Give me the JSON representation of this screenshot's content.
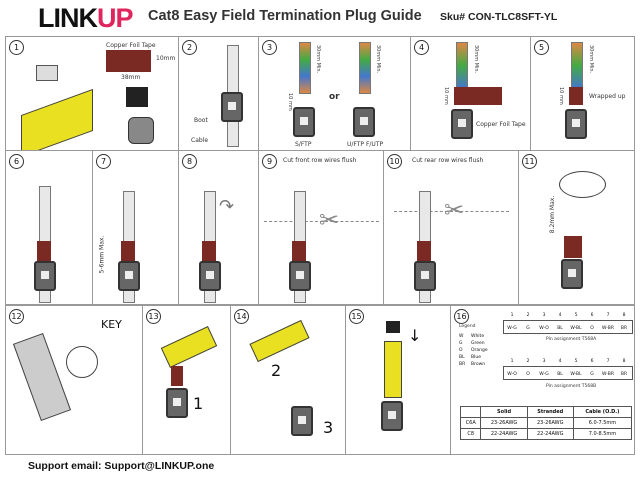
{
  "header": {
    "logo_main": "LINK",
    "logo_accent": "UP",
    "title": "Cat8 Easy Field Termination Plug Guide",
    "sku": "Sku# CON-TLC8SFT-YL"
  },
  "colors": {
    "accent": "#e0245e",
    "copper_tape": "#7a2a22",
    "plug_yellow": "#e8e020"
  },
  "steps": [
    {
      "n": "1",
      "labels": [
        "Copper Foil Tape",
        "38mm",
        "10mm"
      ]
    },
    {
      "n": "2",
      "labels": [
        "Boot",
        "Cable"
      ]
    },
    {
      "n": "3",
      "labels": [
        "S/FTP",
        "or",
        "U/FTP F/UTP",
        "10 mm",
        "30mm Min."
      ]
    },
    {
      "n": "4",
      "labels": [
        "Copper Foil Tape",
        "10 mm",
        "30mm Min."
      ]
    },
    {
      "n": "5",
      "labels": [
        "Wrapped up",
        "10 mm",
        "30mm Min."
      ]
    },
    {
      "n": "6",
      "labels": []
    },
    {
      "n": "7",
      "labels": [
        "5-6mm Max."
      ]
    },
    {
      "n": "8",
      "labels": []
    },
    {
      "n": "9",
      "labels": [
        "Cut front row wires flush"
      ]
    },
    {
      "n": "10",
      "labels": [
        "Cut rear row wires flush"
      ]
    },
    {
      "n": "11",
      "labels": [
        "8.2mm Max."
      ]
    },
    {
      "n": "12",
      "labels": [
        "KEY"
      ]
    },
    {
      "n": "13",
      "labels": [
        "1"
      ]
    },
    {
      "n": "14",
      "labels": [
        "2",
        "3"
      ]
    },
    {
      "n": "15",
      "labels": []
    },
    {
      "n": "16",
      "labels": []
    }
  ],
  "legend": {
    "title": "Legend",
    "items": [
      [
        "W",
        "White"
      ],
      [
        "G",
        "Green"
      ],
      [
        "O",
        "Orange"
      ],
      [
        "BL",
        "Blue"
      ],
      [
        "BR",
        "Brown"
      ]
    ]
  },
  "pinout": {
    "numbers": [
      "1",
      "2",
      "3",
      "4",
      "5",
      "6",
      "7",
      "8"
    ],
    "t568a": {
      "pins": [
        "W-G",
        "G",
        "W-O",
        "BL",
        "W-BL",
        "O",
        "W-BR",
        "BR"
      ],
      "caption": "Pin assignment T568A"
    },
    "t568b": {
      "pins": [
        "W-O",
        "O",
        "W-G",
        "BL",
        "W-BL",
        "G",
        "W-BR",
        "BR"
      ],
      "caption": "Pin assignment T568B"
    }
  },
  "spec_table": {
    "headers": [
      "",
      "Solid",
      "Stranded",
      "Cable (O.D.)"
    ],
    "rows": [
      [
        "C6A",
        "23-26AWG",
        "23-26AWG",
        "6.0-7.5mm"
      ],
      [
        "C8",
        "22-24AWG",
        "22-24AWG",
        "7.0-8.5mm"
      ]
    ]
  },
  "footer": {
    "support": "Support email: Support@LINKUP.one"
  }
}
